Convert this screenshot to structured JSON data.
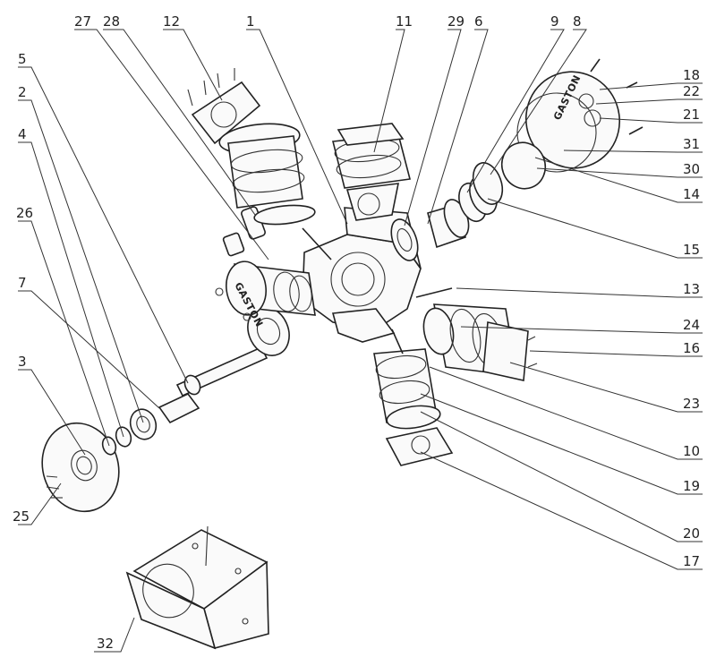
{
  "brand_text": "GASTON",
  "callouts": {
    "c1": "1",
    "c2": "2",
    "c3": "3",
    "c4": "4",
    "c5": "5",
    "c6": "6",
    "c7": "7",
    "c8": "8",
    "c9": "9",
    "c10": "10",
    "c11": "11",
    "c12": "12",
    "c13": "13",
    "c14": "14",
    "c15": "15",
    "c16": "16",
    "c17": "17",
    "c18": "18",
    "c19": "19",
    "c20": "20",
    "c21": "21",
    "c22": "22",
    "c23": "23",
    "c24": "24",
    "c25": "25",
    "c26": "26",
    "c27": "27",
    "c28": "28",
    "c29": "29",
    "c30": "30",
    "c31": "31",
    "c32": "32"
  },
  "colors": {
    "line": "#222222",
    "background": "#ffffff"
  }
}
